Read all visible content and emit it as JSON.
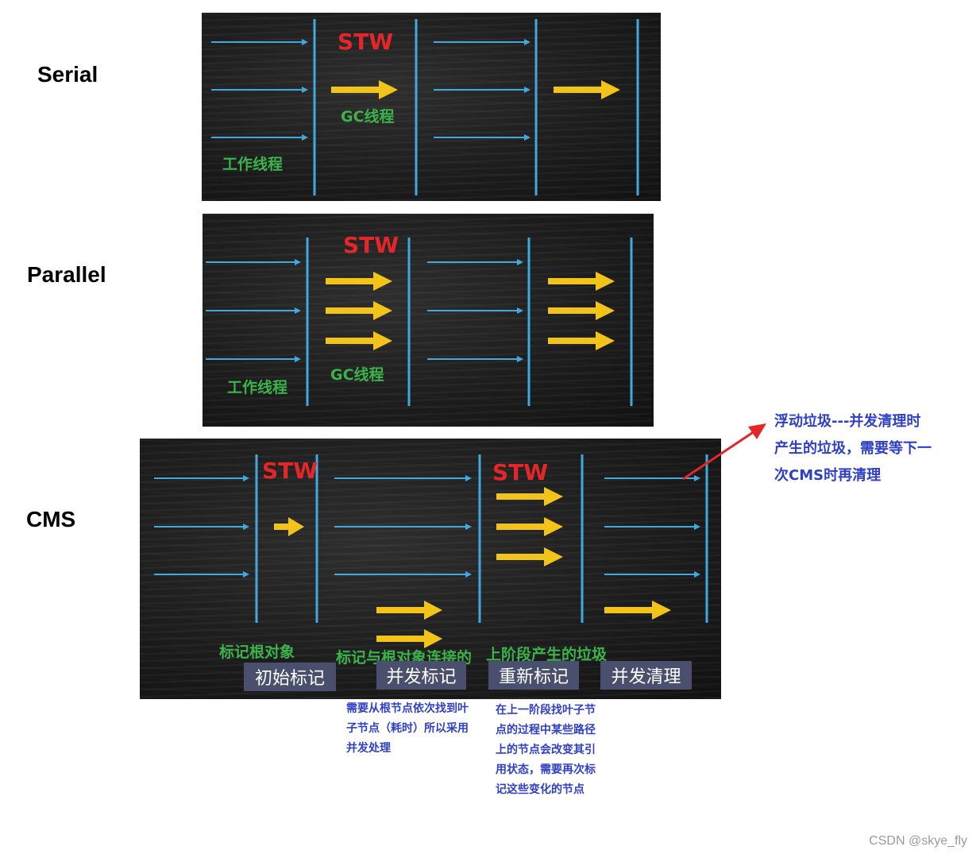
{
  "serial": {
    "label": "Serial",
    "stw": "STW",
    "gc_thread": "GC线程",
    "work_thread": "工作线程"
  },
  "parallel": {
    "label": "Parallel",
    "stw": "STW",
    "gc_thread": "GC线程",
    "work_thread": "工作线程"
  },
  "cms": {
    "label": "CMS",
    "stw_1": "STW",
    "stw_2": "STW",
    "annotations": {
      "mark_root": "标记根对象",
      "mark_connected": "标记与根对象连接的",
      "prev_phase_garbage": "上阶段产生的垃圾"
    },
    "phases": [
      "初始标记",
      "并发标记",
      "重新标记",
      "并发清理"
    ],
    "notes": {
      "concurrent_mark": "需要从根节点依次找到叶\n子节点（耗时）所以采用\n并发处理",
      "remark": "在上一阶段找叶子节\n点的过程中某些路径\n上的节点会改变其引\n用状态，需要再次标\n记这些变化的节点"
    },
    "floating_garbage_note": "浮动垃圾---并发清理时\n产生的垃圾，需要等下一\n次CMS时再清理"
  },
  "watermark": "CSDN @skye_fly",
  "colors": {
    "thread_line": "#3fa9e0",
    "gc_arrow": "#f2c318",
    "stw_text": "#e3262a",
    "green_text": "#3bb34a",
    "note_text": "#2f3fc7",
    "pointer_arrow": "#e3262a",
    "phase_box": "#4a4f6e"
  }
}
